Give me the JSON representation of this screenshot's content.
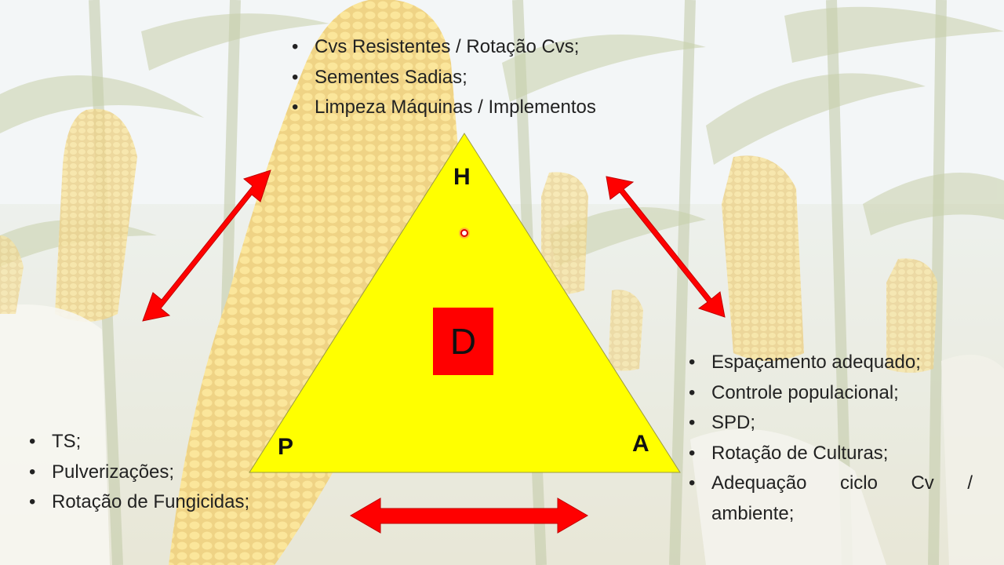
{
  "diagram": {
    "center_label": "D",
    "vertices": {
      "top": "H",
      "bottom_left": "P",
      "bottom_right": "A"
    }
  },
  "host_measures": {
    "items": [
      "Cvs Resistentes / Rotação Cvs;",
      "Sementes Sadias;",
      "Limpeza Máquinas / Implementos"
    ]
  },
  "pathogen_measures": {
    "items": [
      "TS;",
      "Pulverizações;",
      "Rotação de Fungicidas;"
    ]
  },
  "environment_measures": {
    "items": [
      "Espaçamento adequado;",
      "Controle populacional;",
      "SPD;",
      "Rotação de Culturas;"
    ],
    "last_line1": "Adequação ciclo Cv /",
    "last_line2": "ambiente;"
  },
  "colors": {
    "triangle": "#ffff00",
    "arrows": "#ff0000",
    "center_box": "#ff0000"
  },
  "icons": {
    "arrow": "double-headed-arrow",
    "pointer": "laser-pointer-dot"
  }
}
